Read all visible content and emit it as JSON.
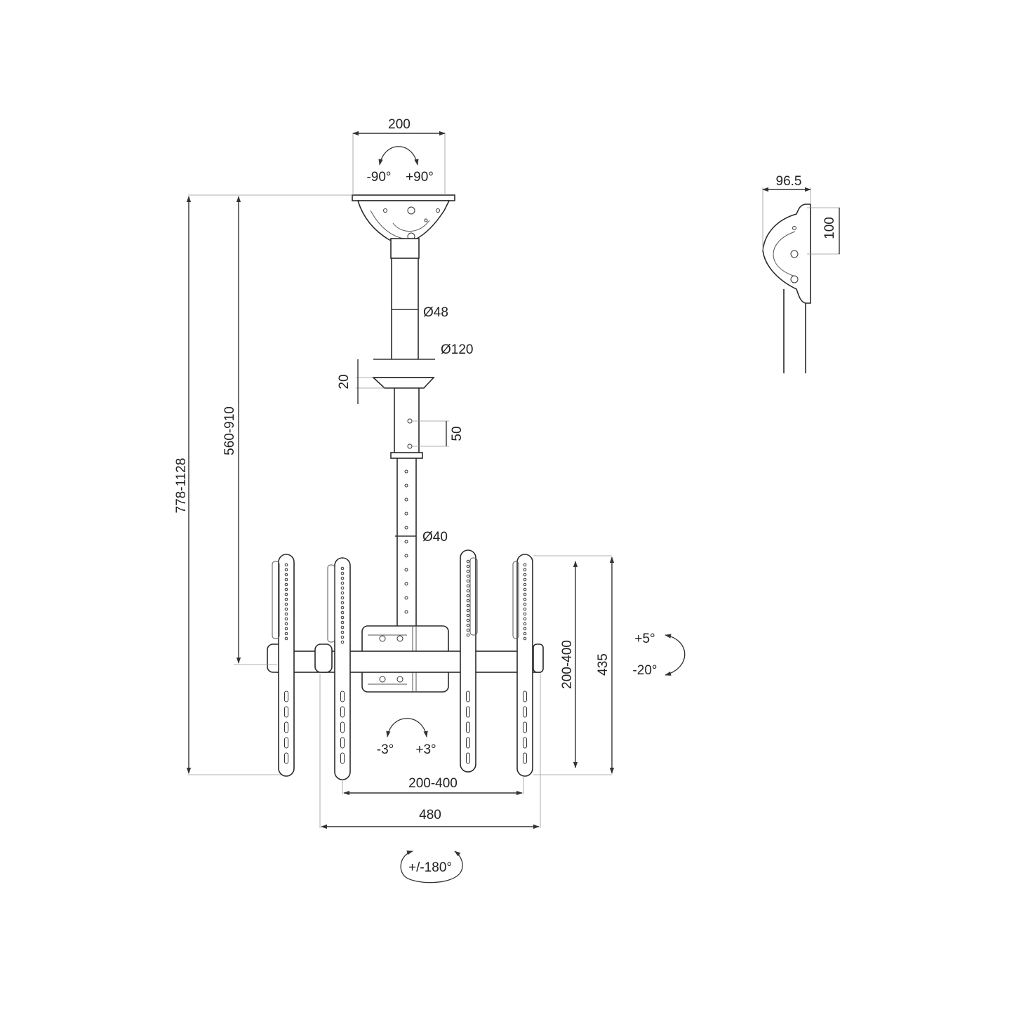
{
  "labels": {
    "top_width": "200",
    "rot_neg": "-90°",
    "rot_pos": "+90°",
    "pole_dia_top": "Ø48",
    "collar_dia": "Ø120",
    "collar_h": "20",
    "hole_pitch": "50",
    "pole_dia_bottom": "Ø40",
    "total_height": "778-1128",
    "pole_range": "560-910",
    "vesa_v": "200-400",
    "bracket_h": "435",
    "tilt_up": "+5°",
    "tilt_down": "-20°",
    "level_neg": "-3°",
    "level_pos": "+3°",
    "vesa_h": "200-400",
    "bracket_w": "480",
    "swivel": "+/-180°",
    "side_depth": "96.5",
    "side_hole": "100"
  },
  "colors": {
    "line": "#2a2a2a",
    "text": "#222222",
    "background": "#ffffff"
  }
}
